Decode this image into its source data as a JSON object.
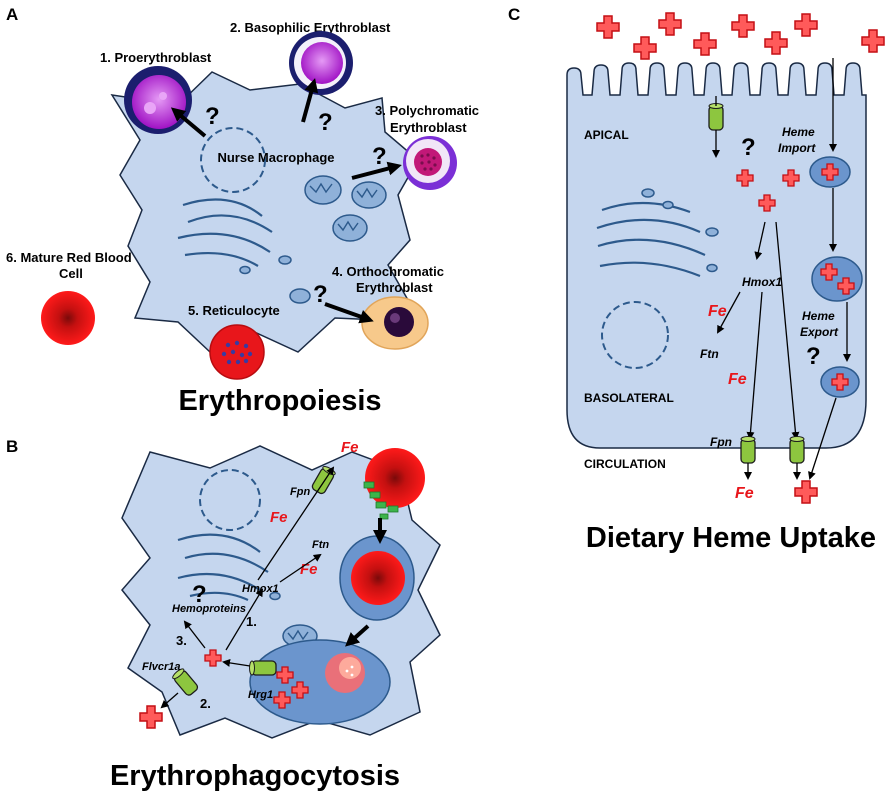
{
  "panel_a": {
    "letter": "A",
    "title": "Erythropoiesis",
    "macrophage_label": "Nurse Macrophage",
    "stages": {
      "s1": "1. Proerythroblast",
      "s2": "2. Basophilic Erythroblast",
      "s3_line1": "3. Polychromatic",
      "s3_line2": "Erythroblast",
      "s4_line1": "4. Orthochromatic",
      "s4_line2": "Erythroblast",
      "s5": "5. Reticulocyte",
      "s6_line1": "6. Mature Red Blood",
      "s6_line2": "Cell"
    },
    "question": "?"
  },
  "panel_b": {
    "letter": "B",
    "title": "Erythrophagocytosis",
    "labels": {
      "fpn": "Fpn",
      "fe": "Fe",
      "ftn": "Ftn",
      "hmox1": "Hmox1",
      "hemoproteins": "Hemoproteins",
      "flvcr1a": "Flvcr1a",
      "hrg1": "Hrg1",
      "step1": "1.",
      "step2": "2.",
      "step3": "3."
    },
    "question": "?"
  },
  "panel_c": {
    "letter": "C",
    "title": "Dietary Heme Uptake",
    "labels": {
      "apical": "APICAL",
      "basolateral": "BASOLATERAL",
      "circulation": "CIRCULATION",
      "heme_import_1": "Heme",
      "heme_import_2": "Import",
      "heme_export_1": "Heme",
      "heme_export_2": "Export",
      "hmox1": "Hmox1",
      "fe": "Fe",
      "ftn": "Ftn",
      "fpn": "Fpn"
    },
    "question": "?"
  },
  "colors": {
    "cell_fill": "#c5d6ee",
    "organelle": "#2d5a8c",
    "heme_red": "#e8161b",
    "transporter_green": "#8dc63f",
    "rbc_red": "#e8161b",
    "proerythroblast_purple": "#b21bd6",
    "polychromatic_magenta": "#c21878",
    "orthochromatic_peach": "#f7c98b"
  }
}
